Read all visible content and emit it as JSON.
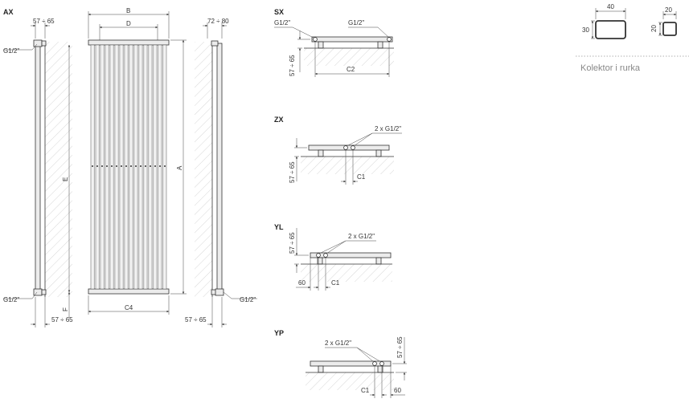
{
  "views": {
    "ax": {
      "code": "AX",
      "dim_side_offset": "57 ÷ 65",
      "conn_top": "G1/2\"",
      "conn_bottom": "G1/2\"",
      "dim_e": "E",
      "dim_f": "F",
      "dim_side_bottom": "57 ÷ 65",
      "dim_b": "B",
      "dim_d": "D",
      "dim_a": "A",
      "dim_c4": "C4",
      "dim_depth": "72 ÷ 80",
      "conn_right": "G1/2\"",
      "dim_right_bottom": "57 ÷ 65"
    },
    "sx": {
      "code": "SX",
      "conn_left": "G1/2\"",
      "conn_right": "G1/2\"",
      "dim_wall": "57 ÷ 65",
      "dim_c2": "C2"
    },
    "zx": {
      "code": "ZX",
      "conn": "2 x G1/2\"",
      "dim_wall": "57 ÷ 65",
      "dim_c1": "C1"
    },
    "yl": {
      "code": "YL",
      "conn": "2 x G1/2\"",
      "dim_wall": "57 ÷ 65",
      "dim_60": "60",
      "dim_c1": "C1"
    },
    "yp": {
      "code": "YP",
      "conn": "2 x G1/2\"",
      "dim_wall": "57 ÷ 65",
      "dim_c1": "C1",
      "dim_60": "60"
    }
  },
  "profile": {
    "collector_w": "40",
    "collector_h": "30",
    "tube_w": "20",
    "tube_h": "20",
    "caption": "Kolektor i rurka"
  }
}
